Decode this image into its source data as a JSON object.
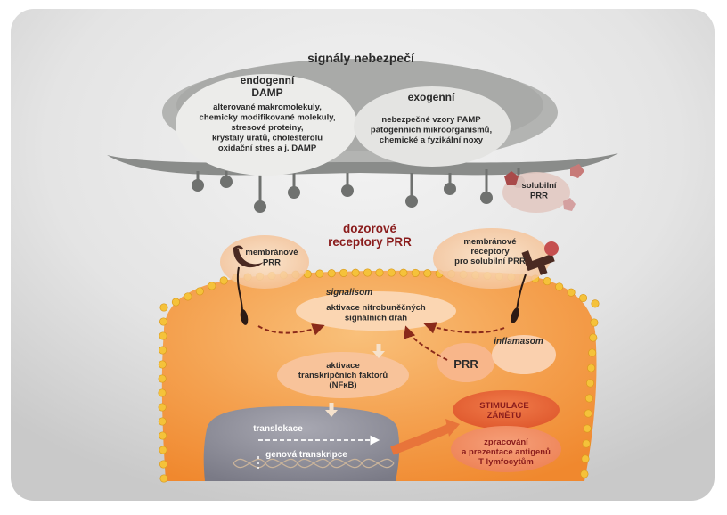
{
  "danger_signals": {
    "title": "signály  nebezpečí",
    "endogenous": {
      "heading": "endogenní",
      "subheading": "DAMP",
      "lines": [
        "alterované makromolekuly,",
        "chemicky modifikované molekuly,",
        "stresové proteiny,",
        "krystaly urátů, cholesterolu",
        "oxidační stres a j. DAMP"
      ]
    },
    "exogenous": {
      "heading": "exogenní",
      "lines": [
        "nebezpečné vzory PAMP",
        "patogenních mikroorganismů,",
        "chemické a fyzikální noxy"
      ]
    }
  },
  "soluble_prr": {
    "lines": [
      "solubilní",
      "PRR"
    ]
  },
  "surveillance": {
    "lines": [
      "dozorové",
      "receptory  PRR"
    ]
  },
  "membrane_prr": {
    "lines": [
      "membránové",
      "PRR"
    ]
  },
  "membrane_receptors_soluble": {
    "lines": [
      "membránové",
      "receptory",
      "pro  solubilní PRR"
    ]
  },
  "signalisom": {
    "label": "signalisom"
  },
  "activation_pathways": {
    "lines": [
      "aktivace  nitrobuněčných",
      "signálních drah"
    ]
  },
  "inflamasom": {
    "label": "inflamasom"
  },
  "prr_cytosolic": {
    "label": "PRR"
  },
  "activation_factors": {
    "lines": [
      "aktivace",
      "transkripčních  faktorů",
      "(NFκB)"
    ]
  },
  "inflammation": {
    "lines": [
      "STIMULACE",
      "ZÁNĚTU"
    ]
  },
  "antigen": {
    "lines": [
      "zpracování",
      "a prezentace antigenů",
      "T lymfocytům"
    ]
  },
  "translocation": {
    "label": "translokace"
  },
  "transcription": {
    "label": "genová  transkripce"
  },
  "colors": {
    "frame": "#d2d2d2",
    "cloud": "#a9aaa8",
    "pill": "#ececea",
    "cell": "#f39a4a",
    "membrane_bead": "#f5c23a",
    "accent_text": "#8a1c1c",
    "nucleus": "#8e8e98",
    "arrow_big": "#e8743a",
    "receptor": "#4a2a22"
  }
}
